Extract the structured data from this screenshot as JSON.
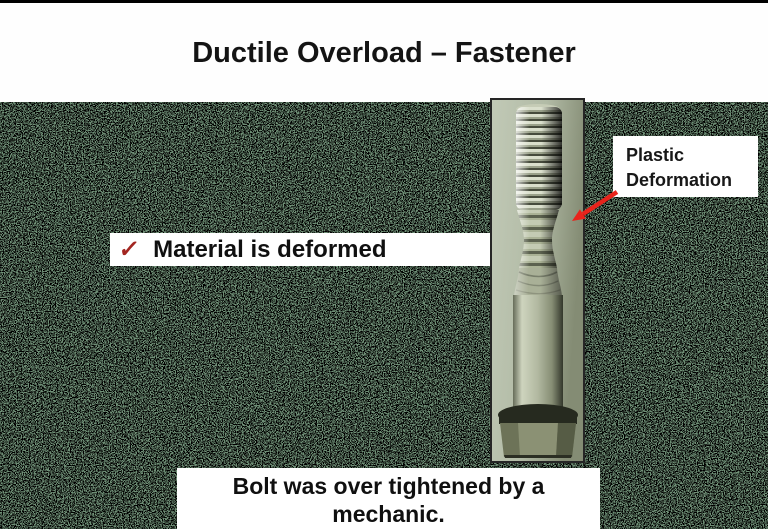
{
  "slide": {
    "title": "Ductile Overload – Fastener",
    "bullet": {
      "marker": "✓",
      "label": "Material is deformed"
    },
    "callout": {
      "line1": "Plastic",
      "line2": "Deformation"
    },
    "caption": "Bolt was over tightened by a mechanic."
  },
  "photo": {
    "subject": "over-tightened bolt with plastic deformation of threads"
  },
  "colors": {
    "texture_green": "#6e8e75",
    "texture_black": "#000000",
    "band_white": "#fefefe",
    "title_text": "#141414",
    "check_red": "#a32621",
    "arrow_red": "#e8231b",
    "photo_border": "#262626"
  }
}
